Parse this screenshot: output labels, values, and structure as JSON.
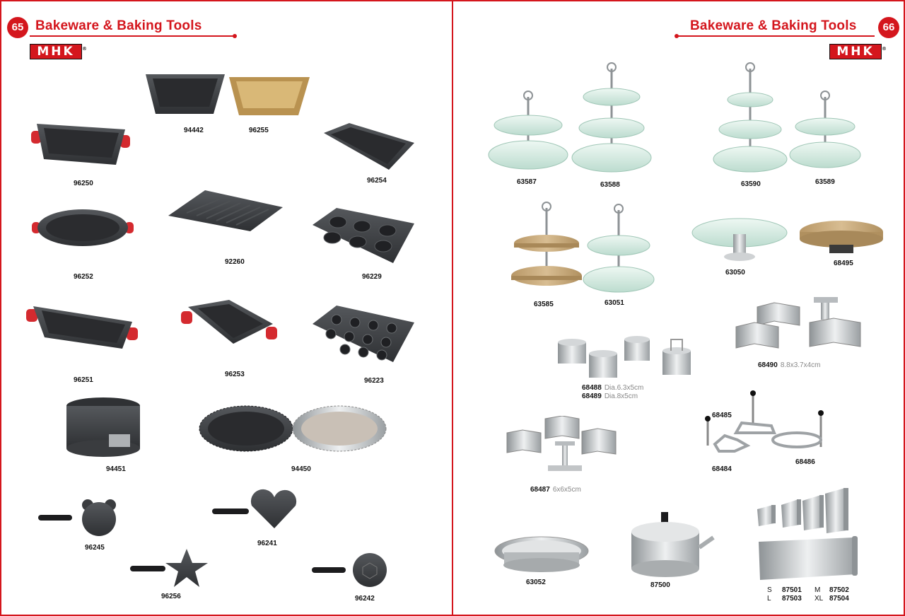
{
  "left_page": {
    "page_number": "65",
    "title": "Bakeware & Baking Tools",
    "brand": "MHK",
    "products": [
      {
        "code": "94442"
      },
      {
        "code": "96255"
      },
      {
        "code": "96250"
      },
      {
        "code": "96254"
      },
      {
        "code": "96252"
      },
      {
        "code": "92260"
      },
      {
        "code": "96229"
      },
      {
        "code": "96251"
      },
      {
        "code": "96253"
      },
      {
        "code": "96223"
      },
      {
        "code": "94451"
      },
      {
        "code": "94450"
      },
      {
        "code": "96245"
      },
      {
        "code": "96241"
      },
      {
        "code": "96256"
      },
      {
        "code": "96242"
      }
    ]
  },
  "right_page": {
    "page_number": "66",
    "title": "Bakeware & Baking Tools",
    "brand": "MHK",
    "products": [
      {
        "code": "63587"
      },
      {
        "code": "63588"
      },
      {
        "code": "63590"
      },
      {
        "code": "63589"
      },
      {
        "code": "63585"
      },
      {
        "code": "63051"
      },
      {
        "code": "63050"
      },
      {
        "code": "68495"
      },
      {
        "code": "68490",
        "size": "8.8x3.7x4cm"
      },
      {
        "code": "68488",
        "size": "Dia.6.3x5cm"
      },
      {
        "code": "68489",
        "size": "Dia.8x5cm"
      },
      {
        "code": "68485"
      },
      {
        "code": "68484"
      },
      {
        "code": "68486"
      },
      {
        "code": "68487",
        "size": "6x6x5cm"
      },
      {
        "code": "63052"
      },
      {
        "code": "87500"
      }
    ],
    "scraper_sizes": [
      {
        "size": "S",
        "code": "87501"
      },
      {
        "size": "M",
        "code": "87502"
      },
      {
        "size": "L",
        "code": "87503"
      },
      {
        "size": "XL",
        "code": "87504"
      }
    ]
  },
  "colors": {
    "accent": "#d4161d",
    "pan": "#3b3d40",
    "gold": "#c9a45c",
    "glass": "#d9eee6",
    "steel": "#c8cbcd",
    "wood": "#c4a67a"
  }
}
